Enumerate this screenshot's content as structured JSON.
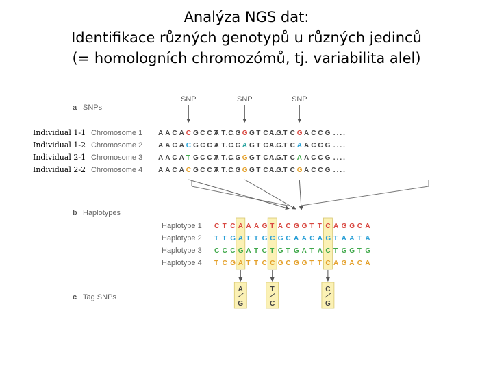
{
  "title": {
    "line1": "Analýza NGS dat:",
    "line2": "Identifikace různých genotypů u různých jedinců",
    "line3": "(= homologních chromozómů, tj. variabilita alel)"
  },
  "individuals": [
    "Individual 1-1",
    "Individual 1-2",
    "Individual 2-1",
    "Individual 2-2"
  ],
  "panel_a": {
    "letter": "a",
    "label": "SNPs",
    "snp_label": "SNP",
    "chromosomes": [
      {
        "label": "Chromosome 1",
        "groups": [
          [
            "A",
            "A",
            "C",
            "A",
            "C",
            "G",
            "C",
            "C",
            "A"
          ],
          [
            "T",
            "T",
            "C",
            "G",
            "G",
            "G",
            "T",
            "C"
          ],
          [
            "A",
            "G",
            "T",
            "C",
            "G",
            "A",
            "C",
            "C",
            "G"
          ]
        ],
        "snp_idx": [
          4,
          4,
          4
        ],
        "snp_colors": [
          "#d8463f",
          "#d8463f",
          "#d8463f"
        ]
      },
      {
        "label": "Chromosome 2",
        "groups": [
          [
            "A",
            "A",
            "C",
            "A",
            "C",
            "G",
            "C",
            "C",
            "A"
          ],
          [
            "T",
            "T",
            "C",
            "G",
            "A",
            "G",
            "T",
            "C"
          ],
          [
            "A",
            "G",
            "T",
            "C",
            "A",
            "A",
            "C",
            "C",
            "G"
          ]
        ],
        "snp_idx": [
          4,
          4,
          4
        ],
        "snp_colors": [
          "#2aa3d8",
          "#2aa4a0",
          "#2aa3d8"
        ]
      },
      {
        "label": "Chromosome 3",
        "groups": [
          [
            "A",
            "A",
            "C",
            "A",
            "T",
            "G",
            "C",
            "C",
            "A"
          ],
          [
            "T",
            "T",
            "C",
            "G",
            "G",
            "G",
            "T",
            "C"
          ],
          [
            "A",
            "G",
            "T",
            "C",
            "A",
            "A",
            "C",
            "C",
            "G"
          ]
        ],
        "snp_idx": [
          4,
          4,
          4
        ],
        "snp_colors": [
          "#3fa84a",
          "#e4a02a",
          "#3fa84a"
        ]
      },
      {
        "label": "Chromosome 4",
        "groups": [
          [
            "A",
            "A",
            "C",
            "A",
            "C",
            "G",
            "C",
            "C",
            "A"
          ],
          [
            "T",
            "T",
            "C",
            "G",
            "G",
            "G",
            "T",
            "C"
          ],
          [
            "A",
            "G",
            "T",
            "C",
            "G",
            "A",
            "C",
            "C",
            "G"
          ]
        ],
        "snp_idx": [
          4,
          4,
          4
        ],
        "snp_colors": [
          "#e4a02a",
          "#e4a02a",
          "#e4a02a"
        ]
      }
    ],
    "dots": "...."
  },
  "panel_b": {
    "letter": "b",
    "label": "Haplotypes",
    "haplotypes": [
      {
        "label": "Haplotype 1",
        "seq": "CTCAAAGTACGGTTCAGGCA",
        "color": "#d8463f"
      },
      {
        "label": "Haplotype 2",
        "seq": "TTGATTGCGCAACAGTAATA",
        "color": "#2a9fd6"
      },
      {
        "label": "Haplotype 3",
        "seq": "CCCGATCTGTGATACTGGTG",
        "color": "#3fa84a"
      },
      {
        "label": "Haplotype 4",
        "seq": "TCGATTCCGCGGTTCAGACA",
        "color": "#e4a02a"
      }
    ],
    "highlight_cols": [
      3,
      7,
      14
    ],
    "highlight_color": "#fbf1b5"
  },
  "panel_c": {
    "letter": "c",
    "label": "Tag SNPs",
    "tags": [
      {
        "top": "A",
        "bottom": "G"
      },
      {
        "top": "T",
        "bottom": "C"
      },
      {
        "top": "C",
        "bottom": "G"
      }
    ]
  },
  "colors": {
    "text_gray": "#555555",
    "label_gray": "#666666",
    "box_fill": "#fbf1b5",
    "box_stroke": "#d8c870"
  }
}
